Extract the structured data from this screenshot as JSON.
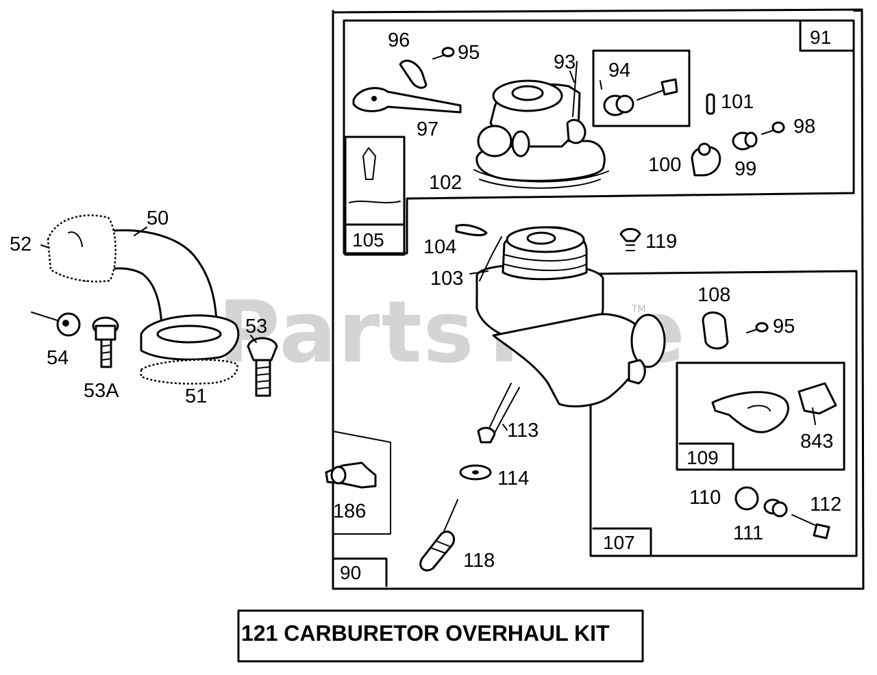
{
  "watermark": "PartsTree",
  "watermark_mark": "TM",
  "kit_title": "121 CARBURETOR OVERHAUL KIT",
  "box_labels": {
    "b90": "90",
    "b91": "91",
    "b105": "105",
    "b107": "107",
    "b109": "109"
  },
  "part_labels": {
    "p50": "50",
    "p51": "51",
    "p52": "52",
    "p53": "53",
    "p53a": "53A",
    "p54": "54",
    "p93": "93",
    "p94": "94",
    "p95a": "95",
    "p95b": "95",
    "p96": "96",
    "p97": "97",
    "p98": "98",
    "p99": "99",
    "p100": "100",
    "p101": "101",
    "p102": "102",
    "p103": "103",
    "p104": "104",
    "p108": "108",
    "p110": "110",
    "p111": "111",
    "p112": "112",
    "p113": "113",
    "p114": "114",
    "p118": "118",
    "p119": "119",
    "p186": "186",
    "p843": "843"
  }
}
